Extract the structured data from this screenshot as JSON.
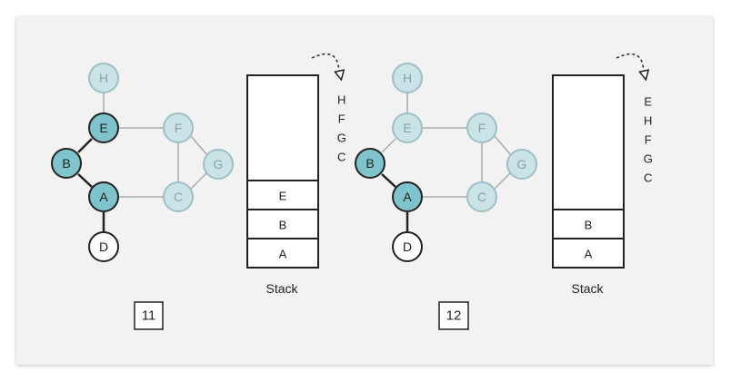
{
  "colors": {
    "visited_fill": "#7fc3cc",
    "faded_fill": "#c9e3e7",
    "faded_stroke": "#9ebfc5",
    "faded_text": "#8aa2a6",
    "active_edge": "#222222",
    "faded_edge": "#aaaaaa",
    "unvisited_fill": "#ffffff"
  },
  "panels": [
    {
      "step": "11",
      "stack_caption": "Stack",
      "stack_items": [
        "E",
        "B",
        "A"
      ],
      "pending_list": [
        "H",
        "F",
        "G",
        "C"
      ]
    },
    {
      "step": "12",
      "stack_caption": "Stack",
      "stack_items": [
        "B",
        "A"
      ],
      "pending_list": [
        "E",
        "H",
        "F",
        "G",
        "C"
      ]
    }
  ]
}
